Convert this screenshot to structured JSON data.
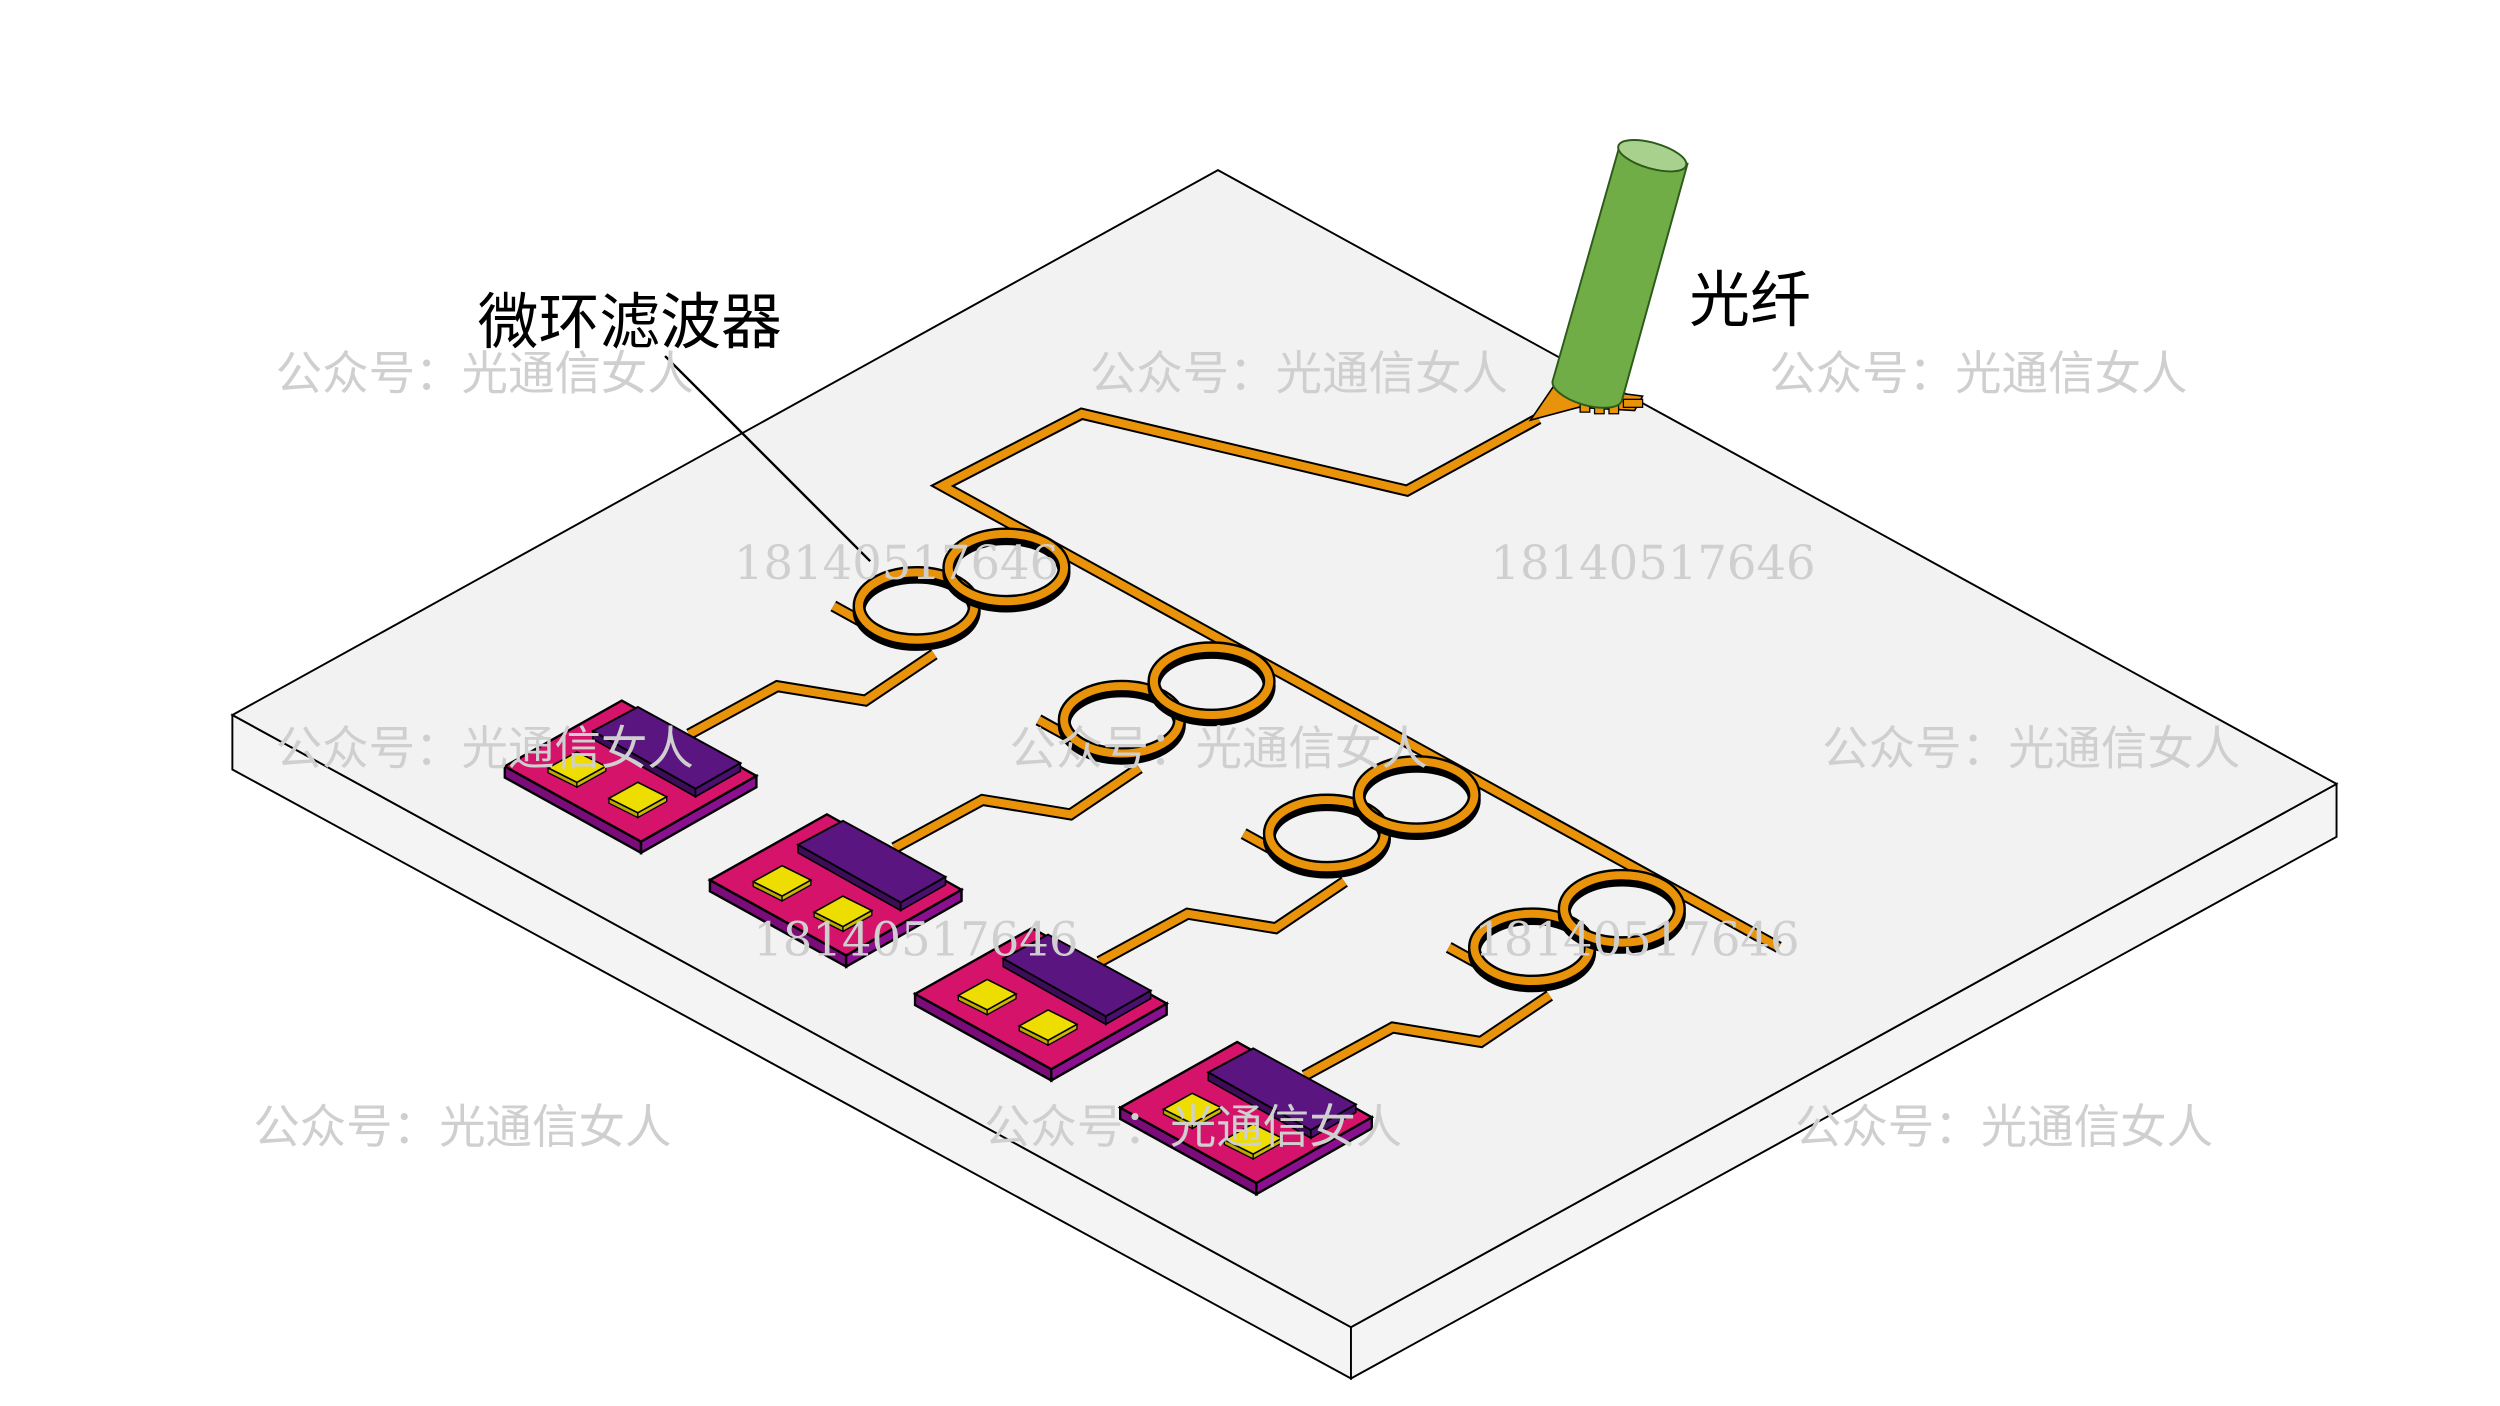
{
  "labels": {
    "microring_filter": "微环滤波器",
    "optical_fiber": "光纤"
  },
  "watermarks": {
    "account": "公众号：光通信女人",
    "phone": "18140517646"
  },
  "channel_count": 4,
  "colors": {
    "board": "#f2f2f2",
    "waveguide": "#e8930a",
    "fiber": "#70ad47",
    "chip_base": "#d6136a",
    "chip_block": "#5a1580",
    "pad": "#eedd00"
  }
}
